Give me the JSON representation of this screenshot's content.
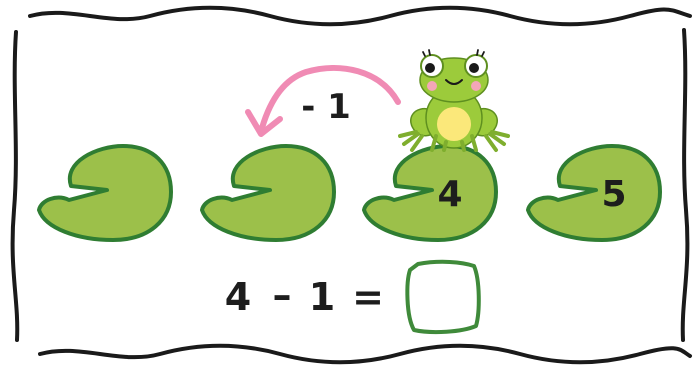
{
  "colors": {
    "frame": "#1a1a1a",
    "pad_fill": "#9cc04a",
    "pad_stroke": "#2f7d32",
    "arrow": "#f08bb4",
    "frog_body": "#9ccb3b",
    "frog_belly": "#fbe87a",
    "answer_box": "#3f8a3a",
    "text": "#1d1d1d"
  },
  "icons": [
    "frog-icon",
    "lily-pad-icon",
    "curved-arrow-icon"
  ],
  "hop": {
    "label": "- 1"
  },
  "lily_pads": [
    {
      "label": ""
    },
    {
      "label": ""
    },
    {
      "label": "4"
    },
    {
      "label": "5"
    }
  ],
  "equation": {
    "left": "4",
    "operator": "–",
    "right": "1",
    "equals": "=",
    "answer": ""
  }
}
